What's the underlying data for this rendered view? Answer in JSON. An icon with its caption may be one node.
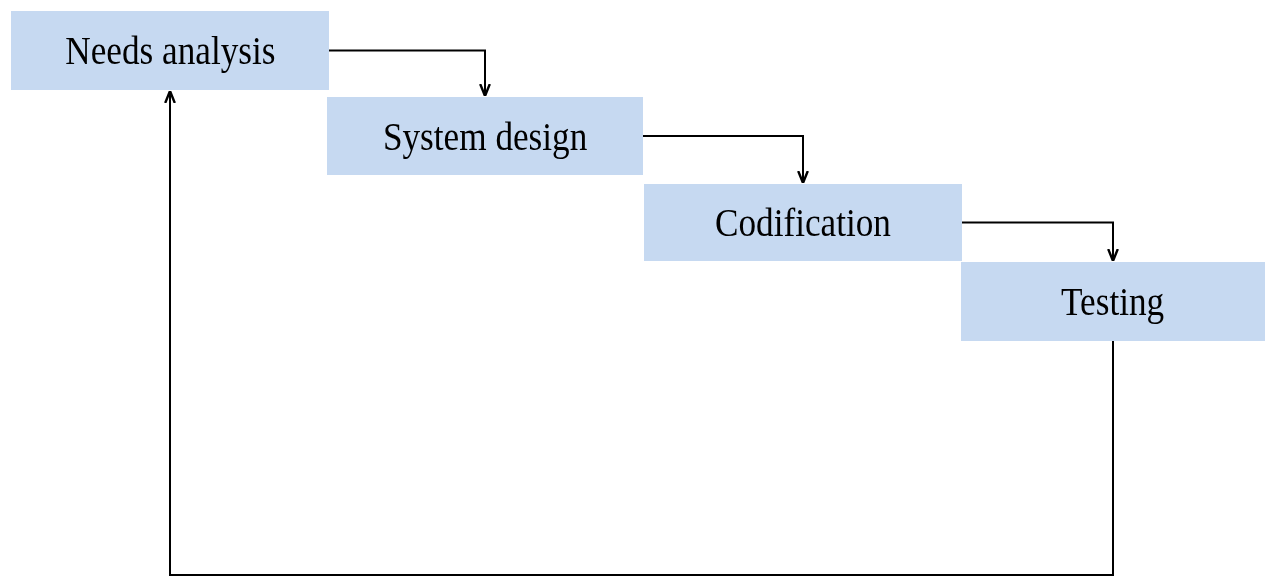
{
  "diagram": {
    "nodes": [
      {
        "text": [
          "Needs analysis"
        ]
      },
      {
        "text": [
          "System design"
        ]
      },
      {
        "text": [
          "Codification"
        ]
      },
      {
        "text": [
          "Testing"
        ]
      }
    ],
    "edges": [
      {
        "from": 0,
        "to": 1,
        "arrow": "to"
      },
      {
        "from": 1,
        "to": 2,
        "arrow": "to"
      },
      {
        "from": 2,
        "to": 3,
        "arrow": "to"
      },
      {
        "from": 3,
        "to": 0,
        "arrow": "to"
      }
    ]
  }
}
